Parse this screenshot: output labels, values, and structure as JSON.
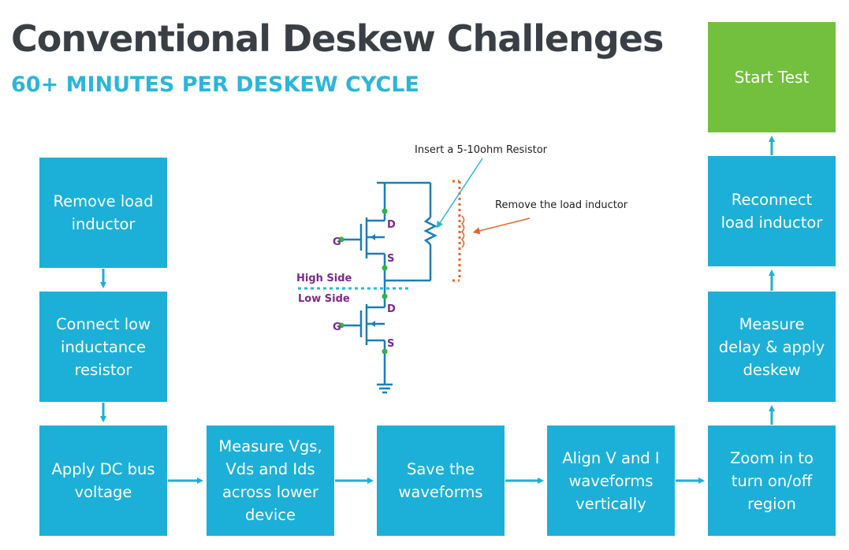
{
  "title": "Conventional Deskew Challenges",
  "subtitle": "60+ MINUTES PER DESKEW CYCLE",
  "steps": [
    {
      "label": "Remove load\ninductor"
    },
    {
      "label": "Connect low\ninductance\nresistor"
    },
    {
      "label": "Apply DC bus\nvoltage"
    },
    {
      "label": "Measure Vgs,\nVds and Ids\nacross lower\ndevice"
    },
    {
      "label": "Save the\nwaveforms"
    },
    {
      "label": "Align V and I\nwaveforms\nvertically"
    },
    {
      "label": "Zoom in to\nturn on/off\nregion"
    },
    {
      "label": "Measure\ndelay & apply\ndeskew"
    },
    {
      "label": "Reconnect\nload inductor"
    },
    {
      "label": "Start Test"
    }
  ],
  "circuit": {
    "insert_resistor_note": "Insert a 5-10ohm Resistor",
    "remove_inductor_note": "Remove the load inductor",
    "high_side": "High Side",
    "low_side": "Low Side",
    "gate": "G",
    "drain": "D",
    "source": "S"
  },
  "colors": {
    "box": "#1cb0d8",
    "start": "#72c03e",
    "title": "#3a3f45",
    "subtitle": "#2bb6d9",
    "arrow_resistor": "#2bb6d9",
    "arrow_inductor": "#e8632b",
    "terminal_label": "#7a2a8c",
    "node": "#2fb34a"
  }
}
